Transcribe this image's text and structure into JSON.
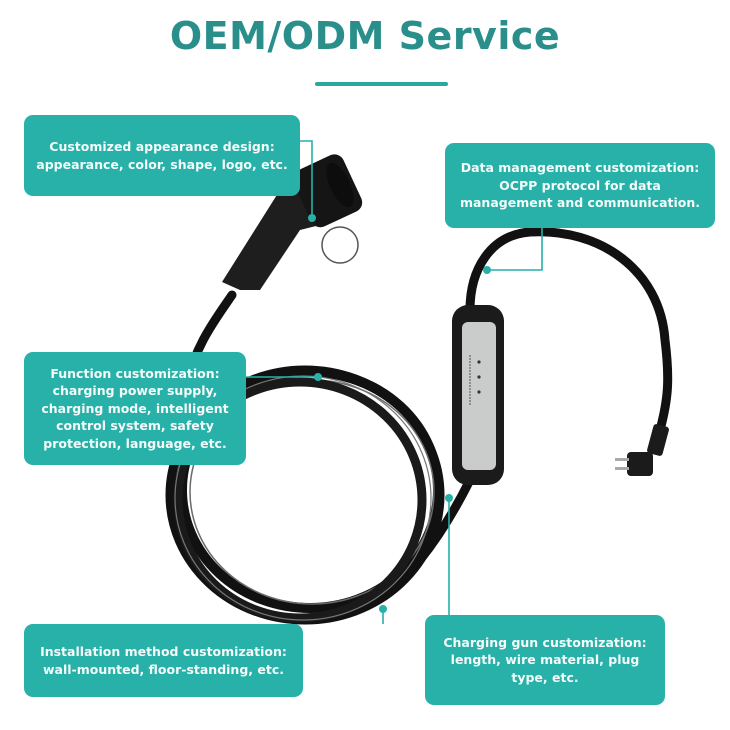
{
  "header": {
    "title": "OEM/ODM Service"
  },
  "colors": {
    "title": "#2a8f8a",
    "box_fill": "#27b1a8",
    "box_text": "#f4fbfa",
    "connector": "#27b1a8",
    "cable": "#111111",
    "control_box_panel": "#c9cccb"
  },
  "callouts": [
    {
      "id": "appearance",
      "lines": [
        "Customized appearance design:",
        "appearance, color, shape, logo, etc."
      ]
    },
    {
      "id": "data-management",
      "lines": [
        "Data management customization:",
        "OCPP protocol for data",
        "management and communication."
      ]
    },
    {
      "id": "function",
      "lines": [
        "Function customization:",
        "charging power supply,",
        "charging mode, intelligent",
        "control system, safety",
        "protection, language, etc."
      ]
    },
    {
      "id": "installation",
      "lines": [
        "Installation method customization:",
        "wall-mounted, floor-standing, etc."
      ]
    },
    {
      "id": "charging-gun",
      "lines": [
        "Charging gun customization:",
        "length, wire material, plug",
        "type, etc."
      ]
    }
  ],
  "product": {
    "name": "portable-ev-charger",
    "parts": [
      "type2-charging-gun",
      "cable-coil",
      "control-box",
      "schuko-plug"
    ]
  }
}
